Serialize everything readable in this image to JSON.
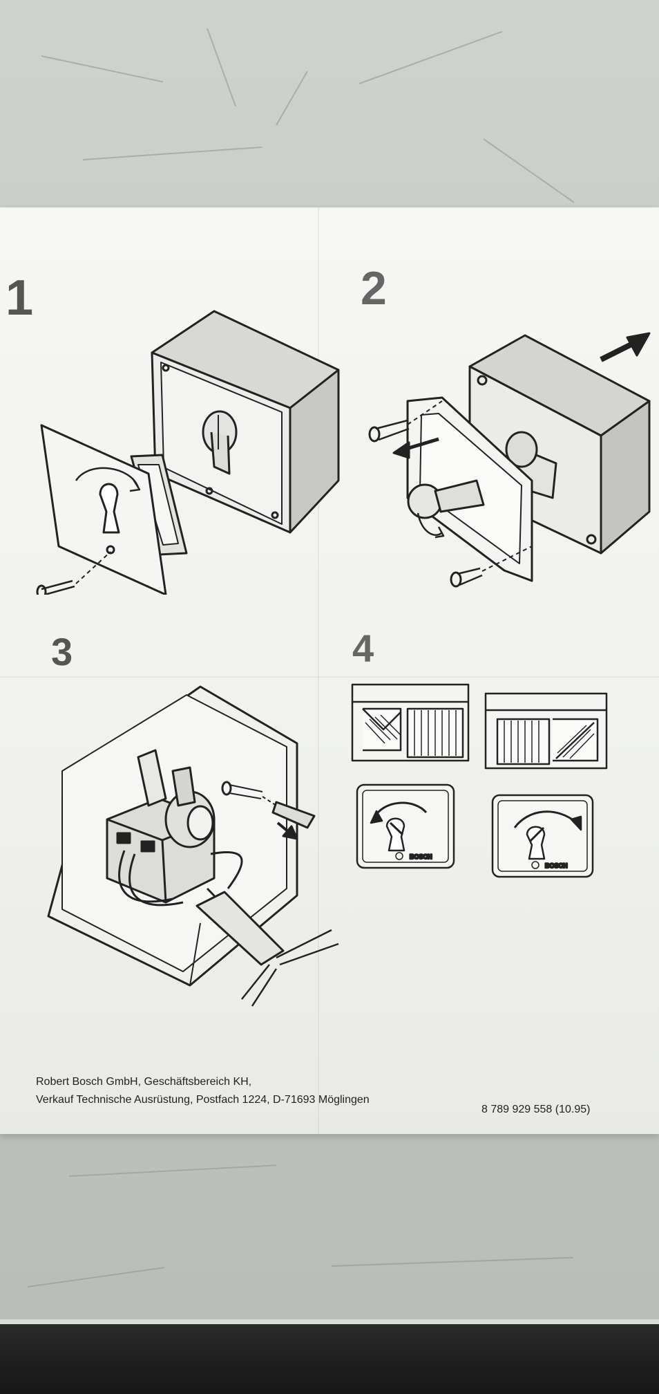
{
  "steps": [
    {
      "number": "1"
    },
    {
      "number": "2"
    },
    {
      "number": "3"
    },
    {
      "number": "4"
    }
  ],
  "brand_left": "BOSCH",
  "brand_right": "BOSCH",
  "footer": {
    "line1": "Robert Bosch GmbH, Geschäftsbereich KH,",
    "line2": "Verkauf Technische Ausrüstung, Postfach 1224, D-71693 Möglingen",
    "part_number": "8 789 929 558 (10.95)"
  },
  "colors": {
    "paper": "#f4f4f1",
    "ink": "#222222",
    "step_number": "#555555"
  }
}
